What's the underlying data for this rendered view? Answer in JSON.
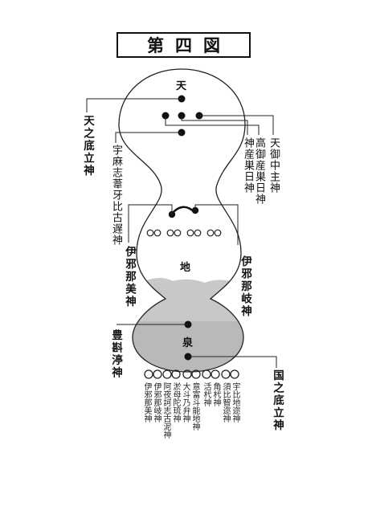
{
  "title": "第四図",
  "regions": {
    "heaven": "天",
    "earth": "地",
    "spring": "泉"
  },
  "deities": {
    "ame_no_sokotachi": "天之底立神",
    "ame_no_minakanushi": "天御中主神",
    "takamimusubi": "高御産巣日神",
    "kamimusubi": "神産巣日神",
    "umashiashikabi": "宇麻志葦牙比古遅神",
    "izanami": "伊邪那美神",
    "izanagi": "伊邪那岐神",
    "toyokumunu": "豊斟渟神",
    "kuni_no_sokotachi": "国之底立神"
  },
  "lower_row": [
    "伊邪那美神",
    "伊邪那岐神",
    "阿夜訶志古泥神",
    "淤母陀琉神",
    "大斗乃弁神",
    "意富斗能地神",
    "活杙神",
    "角杙神",
    "須比智迩神",
    "宇比地迩神"
  ]
}
